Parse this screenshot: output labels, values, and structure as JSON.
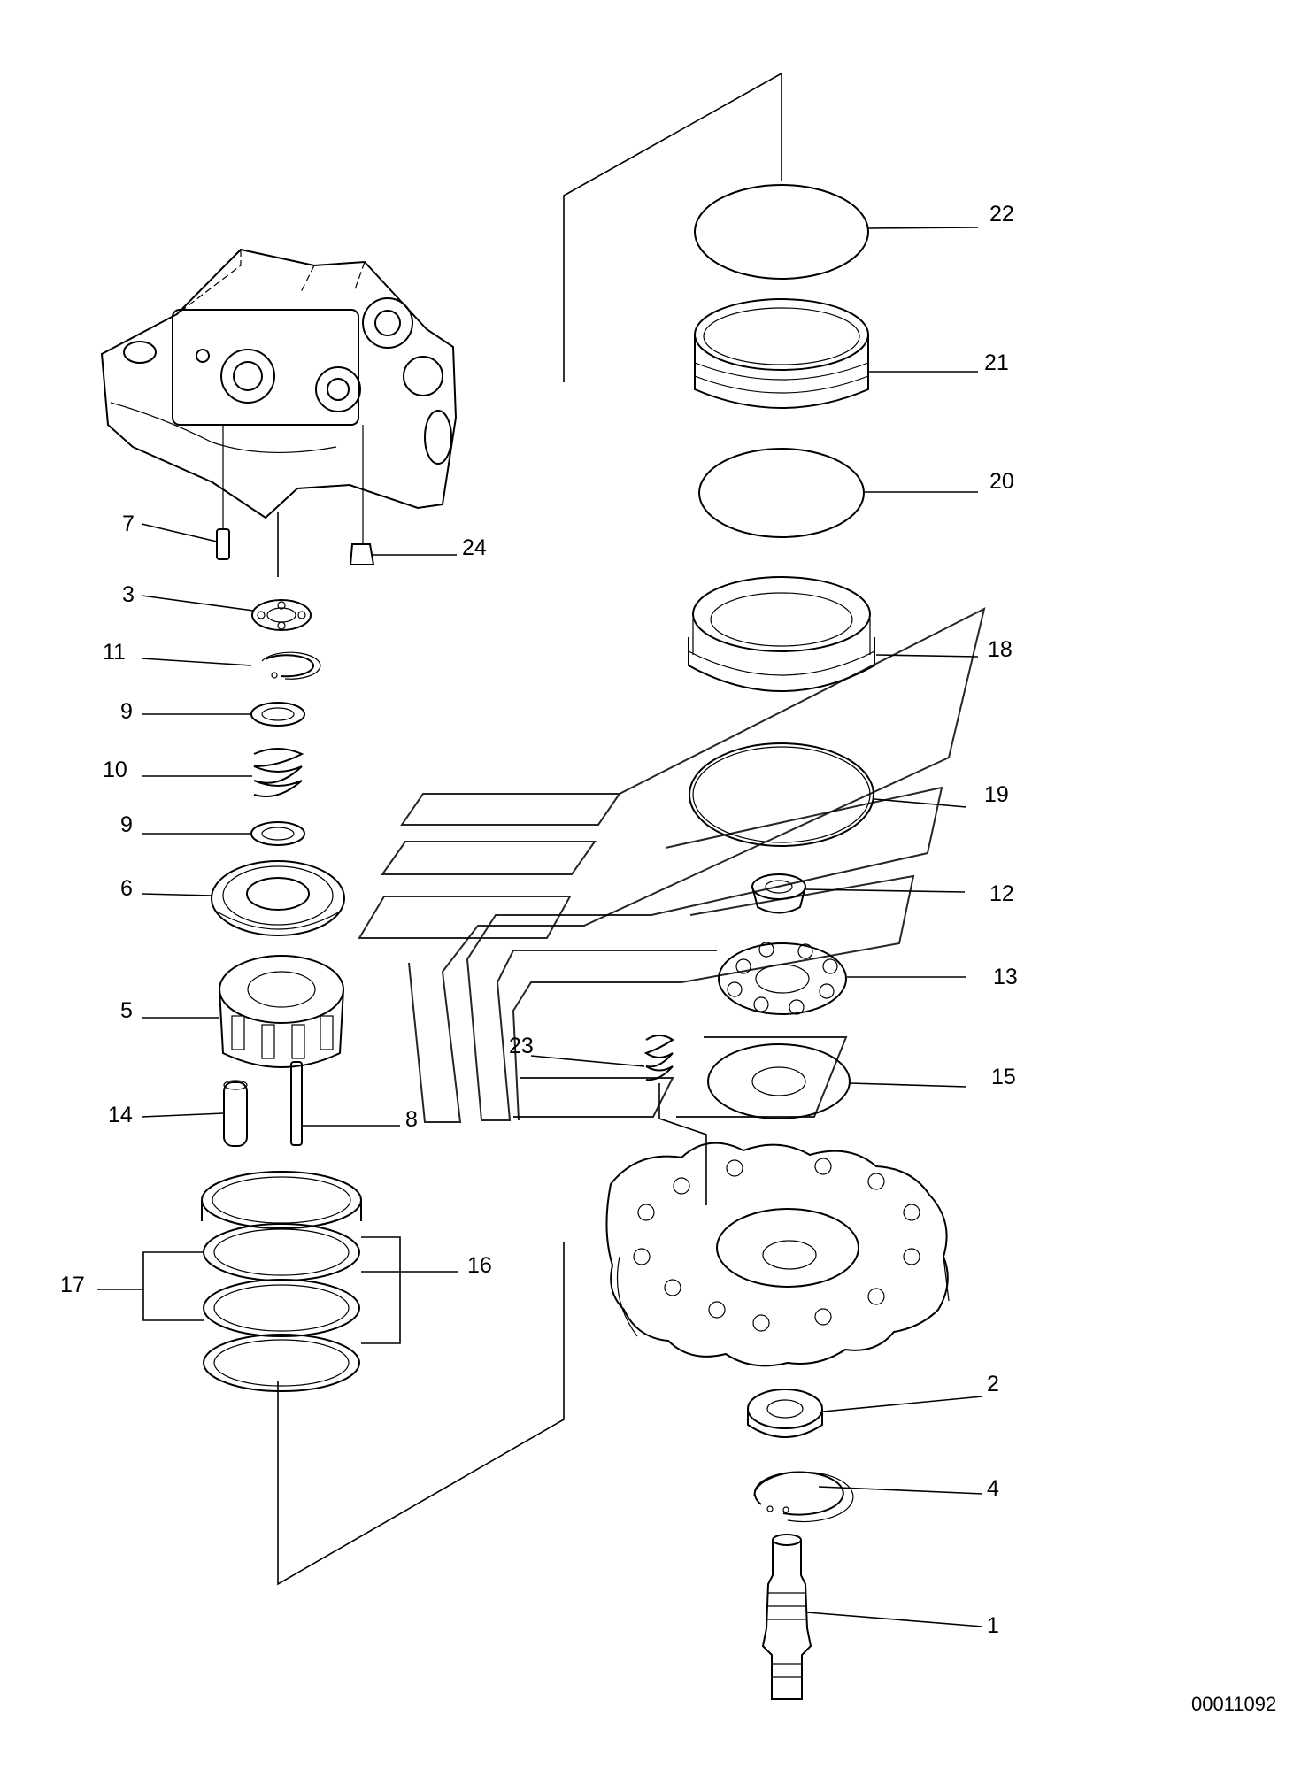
{
  "diagram": {
    "document_number": "00011092",
    "callouts": {
      "c1": "1",
      "c2": "2",
      "c3": "3",
      "c4": "4",
      "c5": "5",
      "c6": "6",
      "c7": "7",
      "c8": "8",
      "c9a": "9",
      "c9b": "9",
      "c10": "10",
      "c11": "11",
      "c12": "12",
      "c13": "13",
      "c14": "14",
      "c15": "15",
      "c16": "16",
      "c17": "17",
      "c18": "18",
      "c19": "19",
      "c20": "20",
      "c21": "21",
      "c22": "22",
      "c23": "23",
      "c24": "24"
    }
  }
}
